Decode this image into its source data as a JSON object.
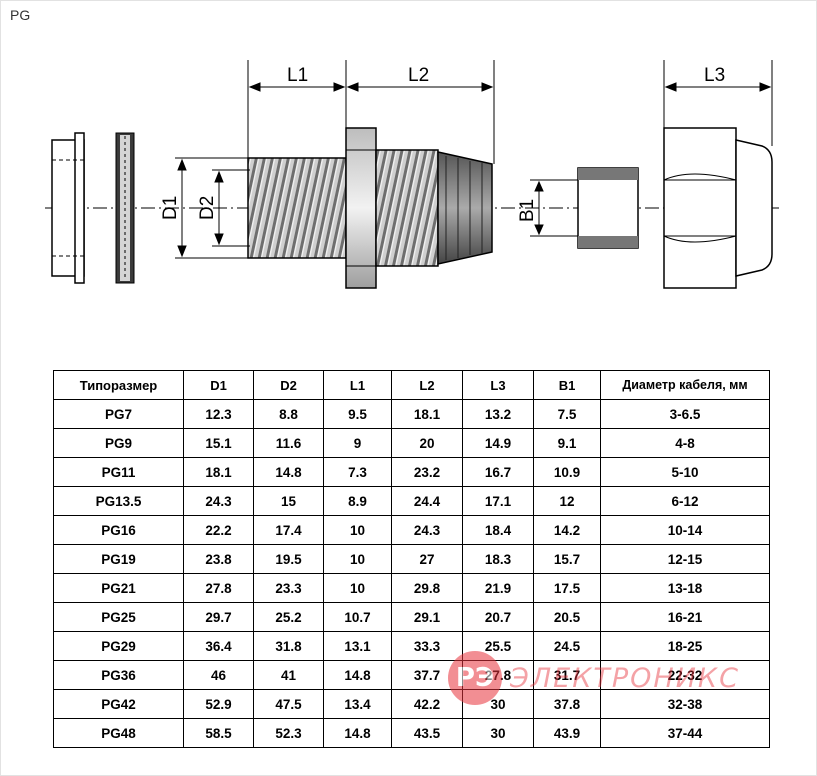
{
  "page": {
    "label": "PG"
  },
  "dimensions": {
    "l1": "L1",
    "l2": "L2",
    "l3": "L3",
    "d1": "D1",
    "d2": "D2",
    "b1": "B1"
  },
  "table": {
    "headers": [
      "Типоразмер",
      "D1",
      "D2",
      "L1",
      "L2",
      "L3",
      "B1",
      "Диаметр кабеля, мм"
    ],
    "rows": [
      [
        "PG7",
        "12.3",
        "8.8",
        "9.5",
        "18.1",
        "13.2",
        "7.5",
        "3-6.5"
      ],
      [
        "PG9",
        "15.1",
        "11.6",
        "9",
        "20",
        "14.9",
        "9.1",
        "4-8"
      ],
      [
        "PG11",
        "18.1",
        "14.8",
        "7.3",
        "23.2",
        "16.7",
        "10.9",
        "5-10"
      ],
      [
        "PG13.5",
        "24.3",
        "15",
        "8.9",
        "24.4",
        "17.1",
        "12",
        "6-12"
      ],
      [
        "PG16",
        "22.2",
        "17.4",
        "10",
        "24.3",
        "18.4",
        "14.2",
        "10-14"
      ],
      [
        "PG19",
        "23.8",
        "19.5",
        "10",
        "27",
        "18.3",
        "15.7",
        "12-15"
      ],
      [
        "PG21",
        "27.8",
        "23.3",
        "10",
        "29.8",
        "21.9",
        "17.5",
        "13-18"
      ],
      [
        "PG25",
        "29.7",
        "25.2",
        "10.7",
        "29.1",
        "20.7",
        "20.5",
        "16-21"
      ],
      [
        "PG29",
        "36.4",
        "31.8",
        "13.1",
        "33.3",
        "25.5",
        "24.5",
        "18-25"
      ],
      [
        "PG36",
        "46",
        "41",
        "14.8",
        "37.7",
        "27.8",
        "31.7",
        "22-32"
      ],
      [
        "PG42",
        "52.9",
        "47.5",
        "13.4",
        "42.2",
        "30",
        "37.8",
        "32-38"
      ],
      [
        "PG48",
        "58.5",
        "52.3",
        "14.8",
        "43.5",
        "30",
        "43.9",
        "37-44"
      ]
    ]
  },
  "watermark": {
    "badge": "РЭ",
    "text": "ЭЛЕКТРОНИКС"
  }
}
